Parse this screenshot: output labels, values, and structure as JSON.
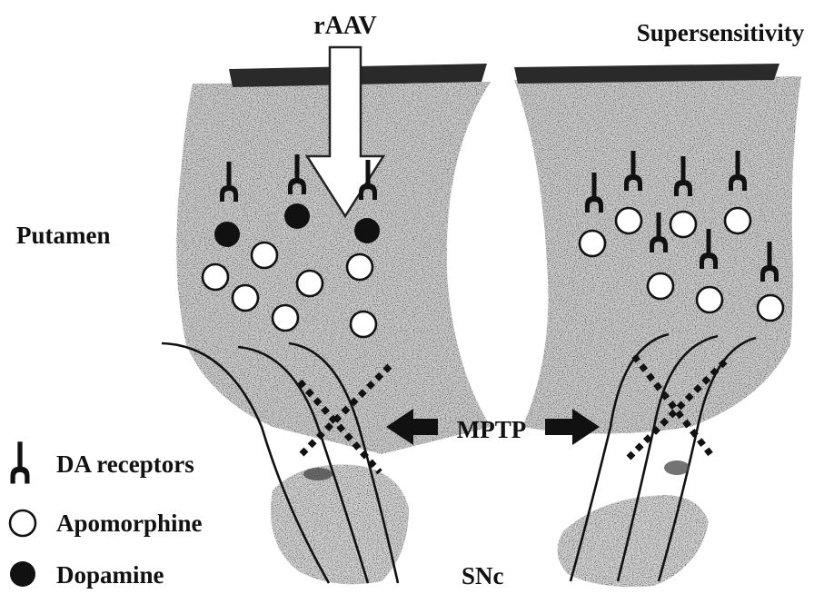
{
  "labels": {
    "raav": "rAAV",
    "supersensitivity": "Supersensitivity",
    "putamen": "Putamen",
    "mptp": "MPTP",
    "snc": "SNc"
  },
  "legend": {
    "items": [
      {
        "symbol": "receptor",
        "label": "DA receptors"
      },
      {
        "symbol": "open-circle",
        "label": "Apomorphine"
      },
      {
        "symbol": "filled-circle",
        "label": "Dopamine"
      }
    ]
  },
  "colors": {
    "ink": "#111111",
    "tissue": "#d9d9d9",
    "cortex_bar": "#2a2a2a",
    "arrow_fill": "#ffffff"
  }
}
